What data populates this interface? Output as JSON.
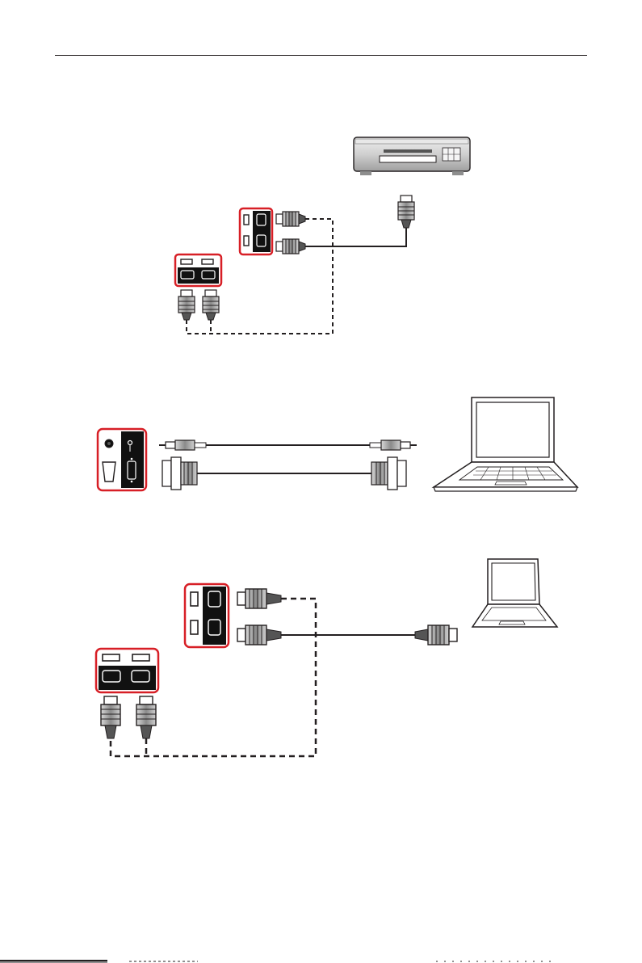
{
  "colors": {
    "accent_outline": "#d71f26",
    "line": "#231f20",
    "panel_black": "#111111",
    "device_gray": "#c9c9c9"
  },
  "icons": {
    "top_device": "video-player-icon",
    "laptop_large": "laptop-icon",
    "laptop_small": "laptop-icon",
    "ports": "hdmi-port-icon",
    "audio": "audio-jack-icon",
    "vga": "vga-port-icon"
  },
  "diagrams": [
    {
      "name": "video-player-hdmi-connection"
    },
    {
      "name": "pc-vga-audio-connection"
    },
    {
      "name": "pc-hdmi-connection"
    }
  ]
}
